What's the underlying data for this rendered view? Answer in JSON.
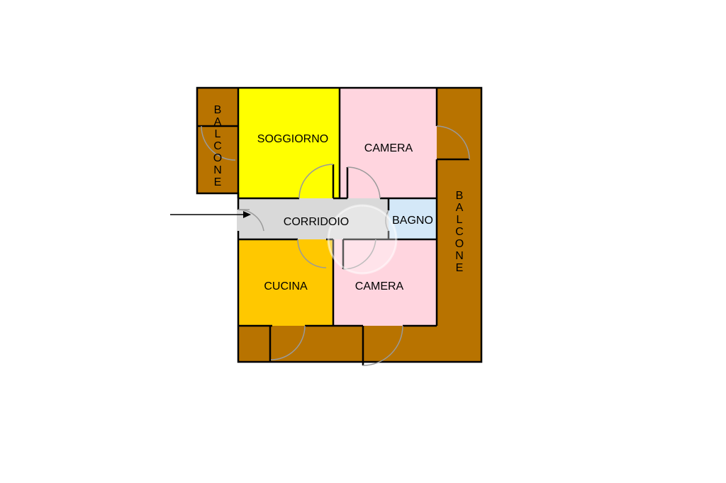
{
  "floorplan": {
    "rooms": {
      "soggiorno": "SOGGIORNO",
      "camera_top": "CAMERA",
      "corridoio": "CORRIDOIO",
      "bagno": "BAGNO",
      "cucina": "CUCINA",
      "camera_bottom": "CAMERA"
    },
    "balcone_left": [
      "B",
      "A",
      "L",
      "C",
      "O",
      "N",
      "E"
    ],
    "balcone_right": [
      "B",
      "A",
      "L",
      "C",
      "O",
      "N",
      "E"
    ]
  },
  "colors": {
    "balcone": "#b87300",
    "soggiorno": "#ffff00",
    "camera": "#ffd5df",
    "corridoio": "#d9d9d9",
    "bagno": "#d4e8f8",
    "cucina": "#ffc800",
    "wall": "#000000",
    "door_arc": "#9a9a9a"
  }
}
